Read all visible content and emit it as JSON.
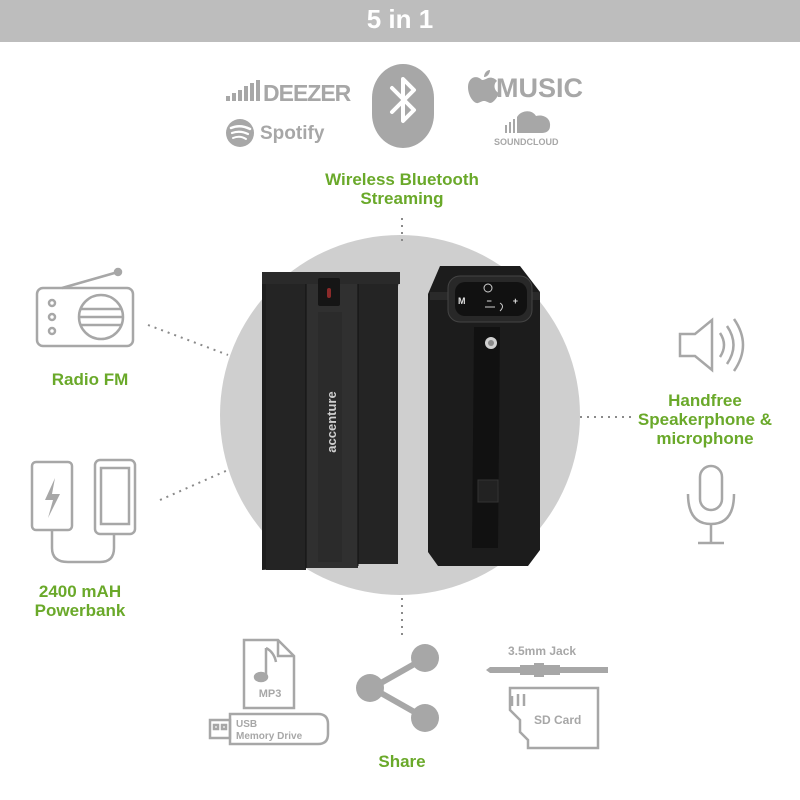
{
  "header": {
    "title": "5 in 1"
  },
  "brands": {
    "deezer": "DEEZER",
    "spotify": "Spotify",
    "music": "MUSIC",
    "soundcloud": "SOUNDCLOUD"
  },
  "features": {
    "bluetooth": {
      "line1": "Wireless Bluetooth",
      "line2": "Streaming"
    },
    "radio": "Radio FM",
    "handsfree": {
      "line1": "Handfree",
      "line2": "Speakerphone &",
      "line3": "microphone"
    },
    "powerbank": {
      "line1": "2400 mAH",
      "line2": "Powerbank"
    },
    "share": "Share"
  },
  "media": {
    "mp3": "MP3",
    "usb_line1": "USB",
    "usb_line2": "Memory Drive",
    "jack": "3.5mm Jack",
    "sdcard": "SD Card"
  },
  "product": {
    "brand_print": "accenture",
    "buttons": [
      "M",
      "−",
      "+"
    ]
  },
  "colors": {
    "header_bg": "#bdbdbd",
    "accent_green": "#6aa92a",
    "icon_grey": "#a7a7a7",
    "circle_grey": "#cfcfcf",
    "speaker_black": "#1c1c1c"
  },
  "icons": [
    "deezer-bars-icon",
    "spotify-icon",
    "bluetooth-icon",
    "apple-icon",
    "soundcloud-icon",
    "radio-icon",
    "battery-icon",
    "phone-icon",
    "speaker-volume-icon",
    "microphone-icon",
    "music-note-icon",
    "usb-drive-icon",
    "share-icon",
    "audio-jack-icon",
    "sd-card-icon"
  ]
}
